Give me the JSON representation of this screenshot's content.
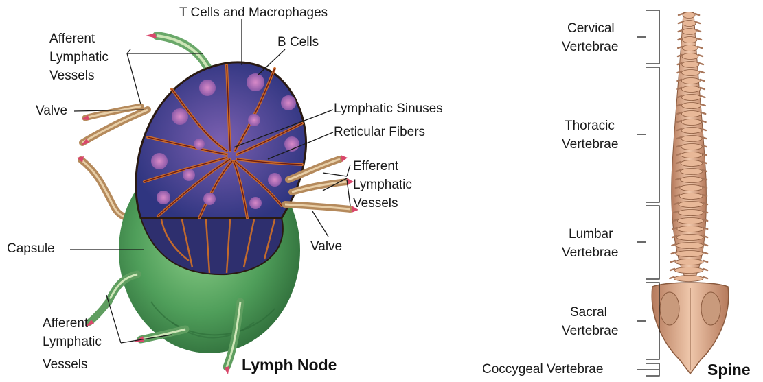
{
  "lymph_node": {
    "title": "Lymph Node",
    "labels": {
      "t_cells": "T Cells and Macrophages",
      "afferent_top_1": "Afferent",
      "afferent_top_2": "Lymphatic",
      "afferent_top_3": "Vessels",
      "b_cells": "B Cells",
      "valve_left": "Valve",
      "sinuses": "Lymphatic Sinuses",
      "reticular": "Reticular Fibers",
      "efferent_1": "Efferent",
      "efferent_2": "Lymphatic",
      "efferent_3": "Vessels",
      "valve_right": "Valve",
      "capsule": "Capsule",
      "afferent_bot_1": "Afferent",
      "afferent_bot_2": "Lymphatic",
      "afferent_bot_3": "Vessels"
    }
  },
  "spine": {
    "title": "Spine",
    "regions": [
      {
        "line1": "Cervical",
        "line2": "Vertebrae"
      },
      {
        "line1": "Thoracic",
        "line2": "Vertebrae"
      },
      {
        "line1": "Lumbar",
        "line2": "Vertebrae"
      },
      {
        "line1": "Sacral",
        "line2": "Vertebrae"
      }
    ],
    "coccygeal": "Coccygeal Vertebrae"
  },
  "colors": {
    "capsule_green": "#4f9e5a",
    "lobule_purple": "#3b3f8c",
    "trabecula_orange": "#c96a2c",
    "bone": "#d9a88a"
  }
}
